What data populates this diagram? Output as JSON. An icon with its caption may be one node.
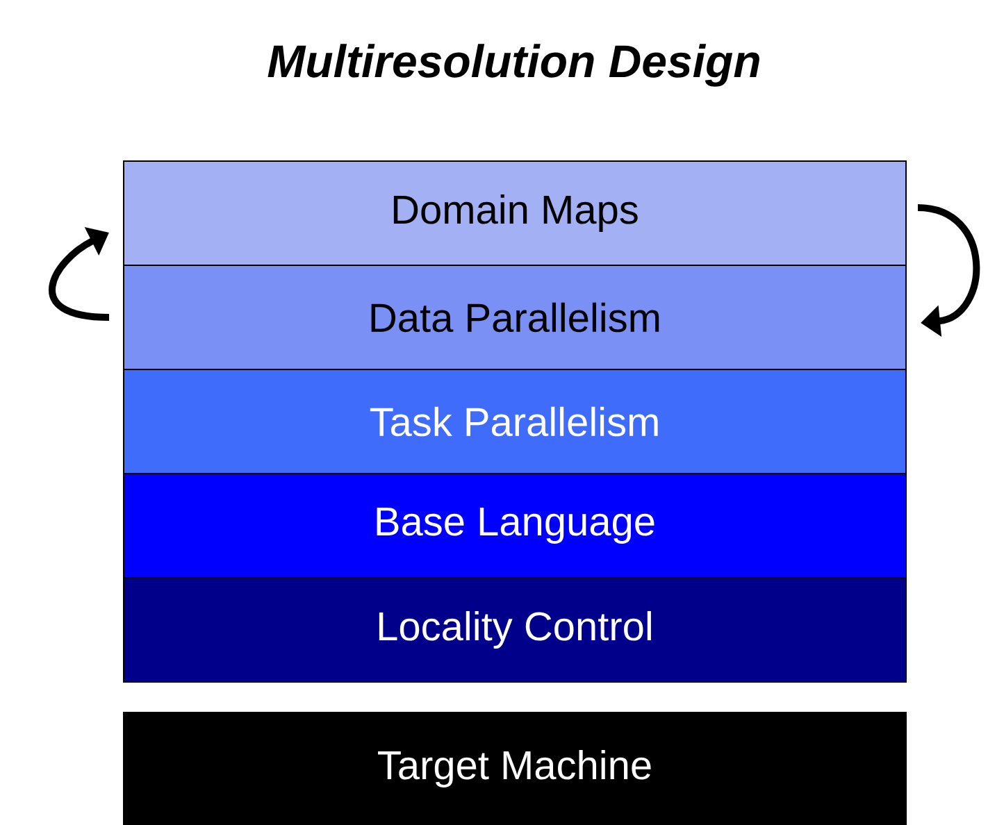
{
  "diagram": {
    "title": "Multiresolution Design",
    "nodes": [
      {
        "text": [
          "Domain Maps"
        ]
      },
      {
        "text": [
          "Data Parallelism"
        ]
      },
      {
        "text": [
          "Task Parallelism"
        ]
      },
      {
        "text": [
          "Base Language"
        ]
      },
      {
        "text": [
          "Locality Control"
        ]
      },
      {
        "text": [
          "Target Machine"
        ]
      }
    ],
    "edges": [
      {
        "from": 1,
        "to": 0,
        "arrow": "to"
      },
      {
        "from": 0,
        "to": 1,
        "arrow": "to"
      }
    ]
  }
}
